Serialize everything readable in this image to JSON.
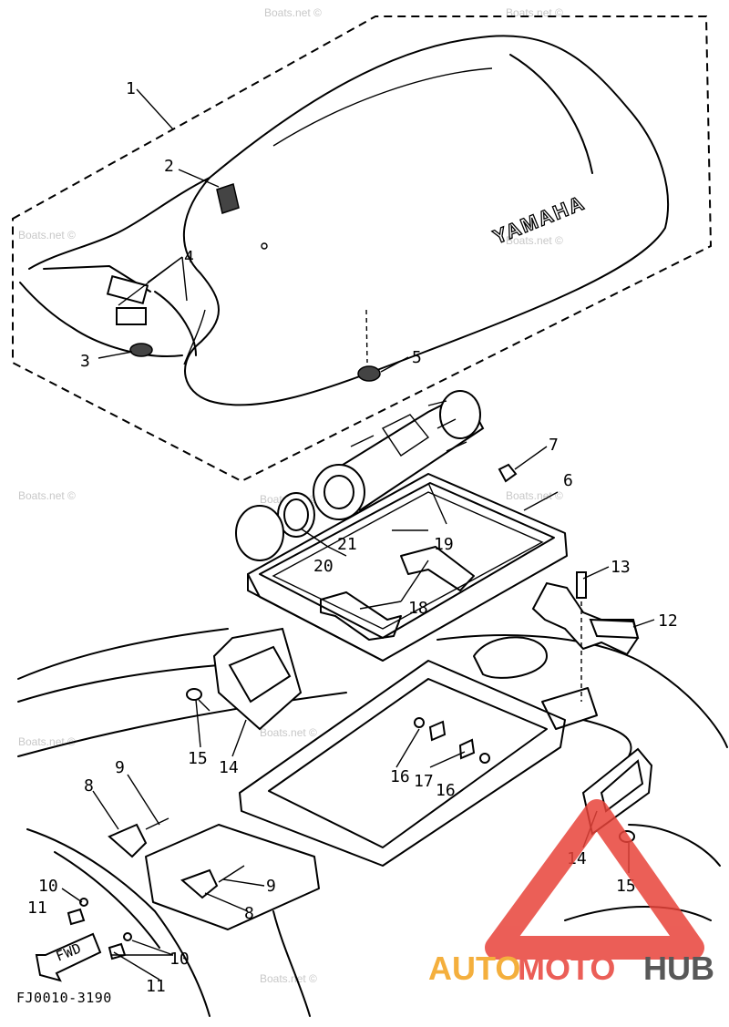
{
  "diagram": {
    "part_code": "FJ0010-3190",
    "seat_brand": "YAMAHA",
    "direction_label": "FWD",
    "watermark": "Boats.net ©",
    "logo": {
      "prefix": "AUTO",
      "middle": "MOTO",
      "suffix": "HUB",
      "colors": {
        "triangle": "#e8433a",
        "prefix": "#f3a21c",
        "middle": "#e8433a",
        "suffix": "#3b3b3b"
      }
    },
    "callouts": [
      "1",
      "2",
      "3",
      "4",
      "5",
      "6",
      "7",
      "8",
      "9",
      "10",
      "11",
      "12",
      "13",
      "14",
      "15",
      "16",
      "17",
      "18",
      "19",
      "20",
      "21"
    ]
  }
}
